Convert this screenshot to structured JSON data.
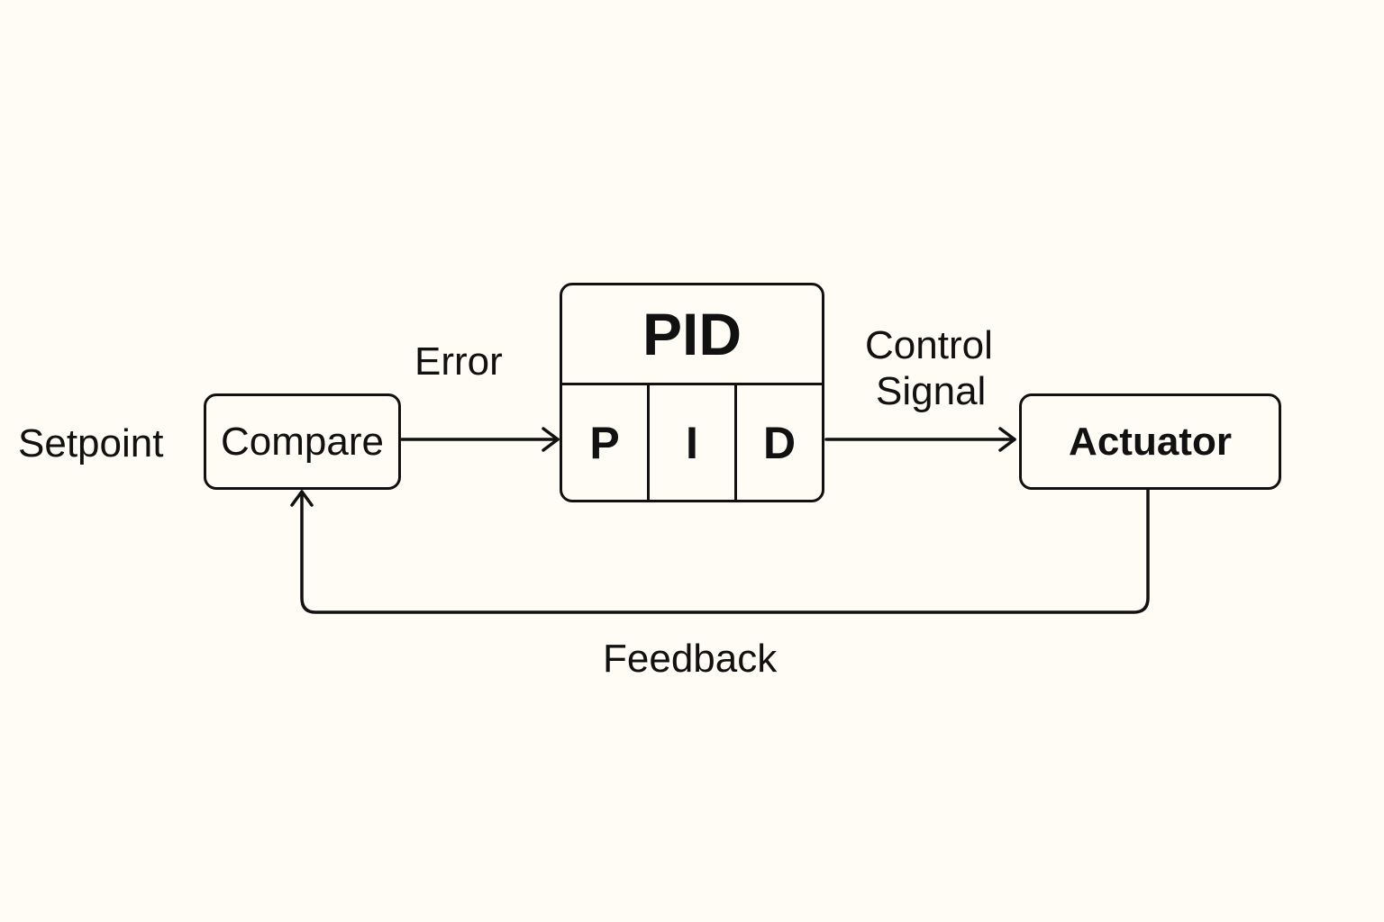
{
  "nodes": {
    "compare": "Compare",
    "pid": {
      "title": "PID",
      "terms": [
        "P",
        "I",
        "D"
      ]
    },
    "actuator": "Actuator"
  },
  "labels": {
    "setpoint": "Setpoint",
    "error": "Error",
    "control_signal_line1": "Control",
    "control_signal_line2": "Signal",
    "feedback": "Feedback"
  },
  "colors": {
    "background": "#fffcf5",
    "stroke": "#111111"
  }
}
